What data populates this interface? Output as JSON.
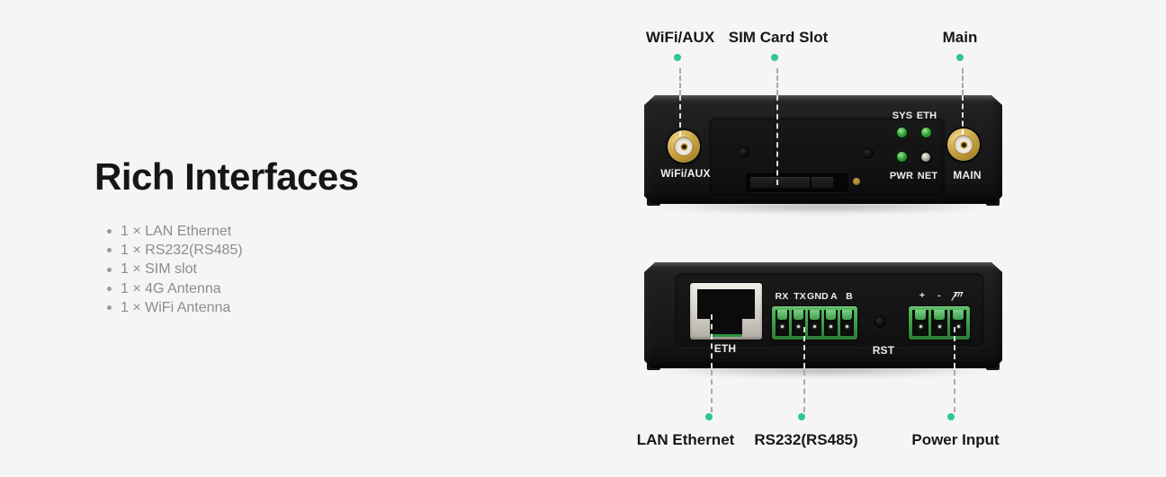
{
  "colors": {
    "accent": "#2fc78e",
    "terminal_green": "#3fa24c",
    "led_green": "#2fa43a",
    "background": "#f5f5f6",
    "device_black": "#1b1b1b"
  },
  "left_panel": {
    "title": "Rich Interfaces",
    "features": [
      "1 × LAN Ethernet",
      "1 × RS232(RS485)",
      "1 × SIM slot",
      "1 × 4G Antenna",
      "1 × WiFi Antenna"
    ]
  },
  "front_view": {
    "callouts": [
      {
        "label": "WiFi/AUX"
      },
      {
        "label": "SIM Card Slot"
      },
      {
        "label": "Main"
      }
    ],
    "panel": {
      "wifi_aux_port": "WiFi/AUX",
      "main_port": "MAIN",
      "leds": {
        "sys": "SYS",
        "eth": "ETH",
        "pwr": "PWR",
        "net": "NET"
      }
    }
  },
  "rear_view": {
    "panel": {
      "eth_port": "ETH",
      "serial_pins": [
        "RX",
        "TX",
        "GND",
        "A",
        "B"
      ],
      "reset": "RST",
      "power_pins": [
        "+",
        "-"
      ]
    },
    "callouts": [
      {
        "label": "LAN Ethernet"
      },
      {
        "label": "RS232(RS485)"
      },
      {
        "label": "Power Input"
      }
    ]
  }
}
